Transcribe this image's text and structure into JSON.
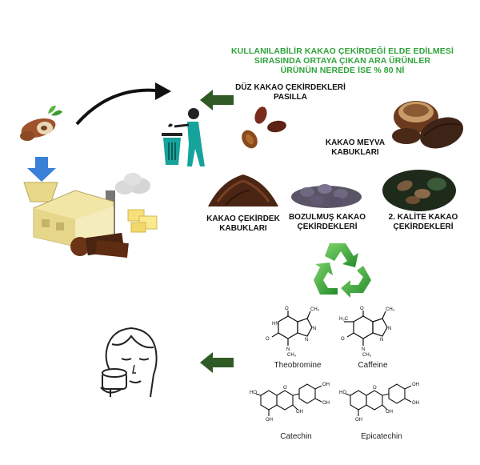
{
  "title": {
    "line1": "KULLANILABİLİR KAKAO ÇEKİRDEĞİ ELDE EDİLMESİ",
    "line2": "SIRASINDA ORTAYA ÇIKAN ARA ÜRÜNLER",
    "line3": "ÜRÜNÜN NEREDE İSE % 80 Nİ"
  },
  "labels": {
    "pasilla_line1": "DÜZ KAKAO ÇEKİRDEKLERİ",
    "pasilla_line2": "PASILLA",
    "pod_line1": "KAKAO MEYVA",
    "pod_line2": "KABUKLARI",
    "shell_line1": "KAKAO ÇEKİRDEK",
    "shell_line2": "KABUKLARI",
    "spoiled_line1": "BOZULMUŞ KAKAO",
    "spoiled_line2": "ÇEKİRDEKLERİ",
    "second_line1": "2. KALİTE KAKAO",
    "second_line2": "ÇEKİRDEKLERİ"
  },
  "molecules": {
    "theobromine": "Theobromine",
    "caffeine": "Caffeine",
    "catechin": "Catechin",
    "epicatechin": "Epicatechin"
  },
  "colors": {
    "title_green": "#2ea33a",
    "arrow_green": "#2f5a24",
    "recycle_green": "#3aa53a",
    "bin_teal": "#16a39b",
    "blue_arrow": "#3a7fd8"
  }
}
